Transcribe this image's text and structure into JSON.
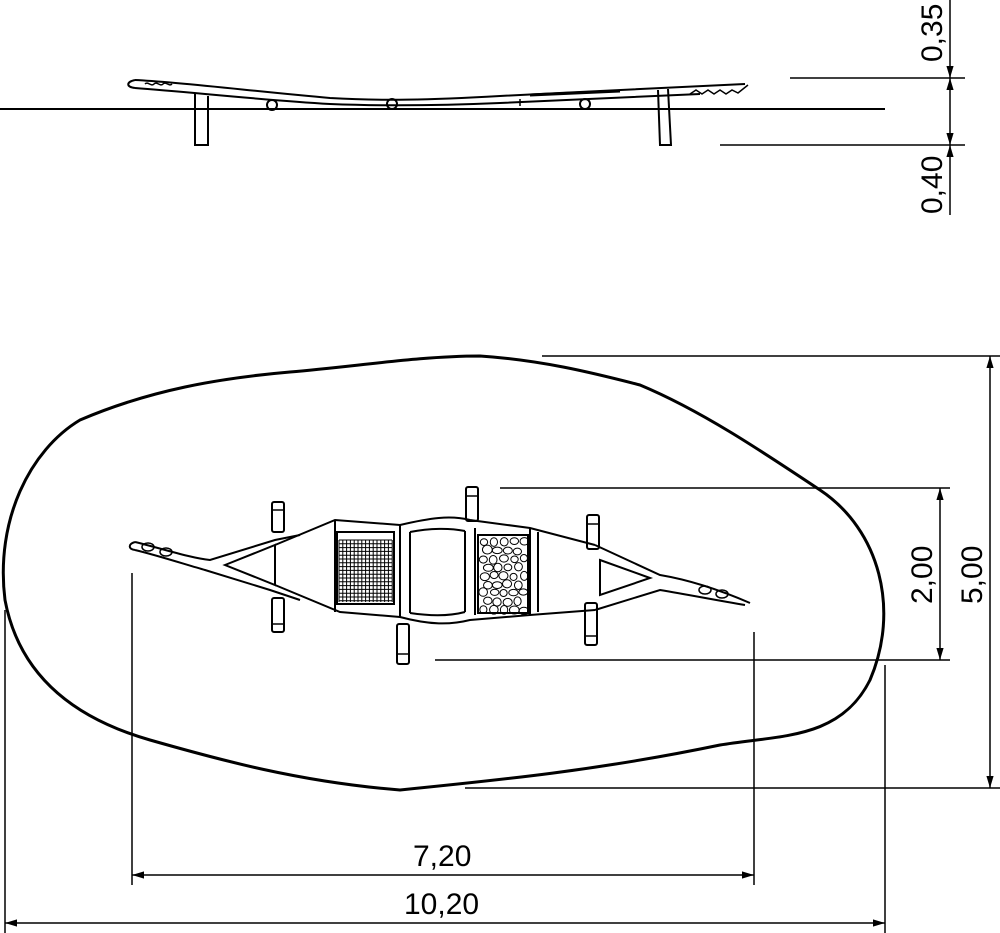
{
  "side_view": {
    "dim_top_height": "0,35",
    "dim_bottom_depth": "0,40"
  },
  "plan_view": {
    "dim_inner_length": "7,20",
    "dim_outer_length": "10,20",
    "dim_inner_width": "2,00",
    "dim_outer_width": "5,00"
  }
}
